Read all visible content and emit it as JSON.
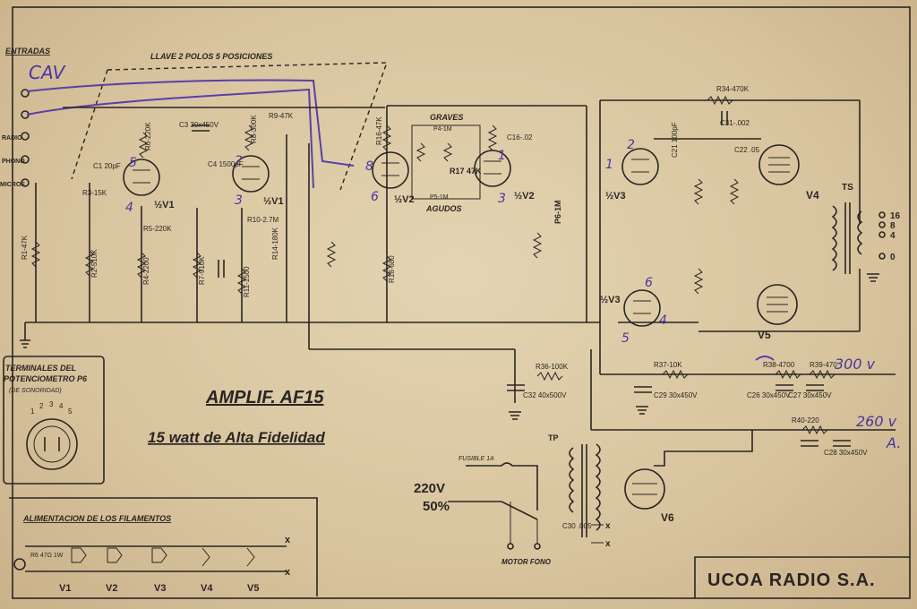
{
  "inputs": {
    "title": "ENTRADAS",
    "switch_label": "LLAVE 2 POLOS   5 POSICIONES",
    "items": [
      "RADIO",
      "PHONO",
      "MICROF."
    ],
    "handwritten": "CAV"
  },
  "tone": {
    "graves": "GRAVES",
    "agudos": "AGUDOS",
    "p4": "P4-1M",
    "p5": "P5-1M",
    "r17": "R17 47K"
  },
  "tubes": [
    "½V1",
    "½V1",
    "½V2",
    "½V2",
    "½V3",
    "½V3",
    "V4",
    "V5",
    "V6"
  ],
  "components": {
    "r1": "R1-47K",
    "r2": "R2-510K",
    "r3": "R3-15K",
    "r4": "R4-2200",
    "r5": "R5-220K",
    "r6": "R6-220K",
    "r7": "R7-910K",
    "r8": "R8-300K",
    "r9": "R9-47K",
    "r10": "R10-2.7M",
    "r11": "R11-1500",
    "r14": "R14-180K",
    "r16": "R16-47K",
    "r18": "R18-680",
    "r34": "R34-470K",
    "c31": "C31-.002",
    "c1": "C1 20pF",
    "c4": "C4 1500pF",
    "c3": "C3 30x450V",
    "c16": "C16-.02",
    "c21": "C21 100pF",
    "c22": "C22 .05",
    "r36": "R36-100K",
    "c32": "C32 40x500V",
    "r37": "R37-10K",
    "c29": "C29 30x450V",
    "r38": "R38-4700",
    "r39": "R39-470",
    "r40": "R40-220",
    "c26": "C26 30x450V",
    "c27": "C27 30x450V",
    "c28": "C28 30x450V",
    "c30": "C30 .005",
    "p6": "P6-1M"
  },
  "title_block": {
    "title": "AMPLIF.  AF15",
    "subtitle": "15 watt  de  Alta Fidelidad"
  },
  "potentiometer": {
    "title1": "TERMINALES DEL",
    "title2": "POTENCIOMETRO P6",
    "note": "(DE SONORIDAD)",
    "pins": [
      "1",
      "2",
      "3",
      "4",
      "5"
    ]
  },
  "power": {
    "voltage": "220V",
    "freq": "50%",
    "fuse": "FUSIBLE 1A",
    "motor": "MOTOR FONO",
    "tp": "TP"
  },
  "transformer": {
    "label": "TS",
    "taps": [
      "16",
      "8",
      "4",
      "0"
    ]
  },
  "filaments": {
    "title": "ALIMENTACION DE LOS FILAMENTOS",
    "r": "R6 47Ω 1W",
    "tubes": [
      "V1",
      "V2",
      "V3",
      "V4",
      "V5"
    ],
    "x": "x"
  },
  "handwritten_notes": [
    "300 v",
    "260 v",
    "A."
  ],
  "company": "UCOA RADIO S.A."
}
